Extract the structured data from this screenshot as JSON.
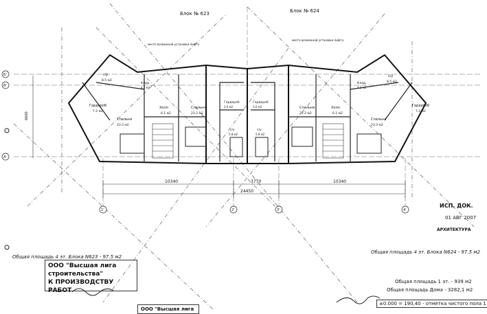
{
  "titles": {
    "block_left": "Блок № 623",
    "block_right": "Блок № 624"
  },
  "lift_note": "место возможной установки лифта",
  "rooms_left": [
    {
      "name": "Гардероб",
      "area": "7.2 м2"
    },
    {
      "name": "с/у",
      "area": "8.5 м2"
    },
    {
      "name": "Спальня",
      "area": "23.3 м2"
    },
    {
      "name": "Холл",
      "area": "6.1 м2"
    },
    {
      "name": "Спальня",
      "area": "23.2 м2"
    },
    {
      "name": "Гардероб",
      "area": "3.0 м2"
    },
    {
      "name": "с/у",
      "area": "5.8 м2"
    },
    {
      "name": "Клад.",
      "area": "4.2 м2"
    }
  ],
  "rooms_right": [
    {
      "name": "Гардероб",
      "area": "3.0 м2"
    },
    {
      "name": "с/у",
      "area": "5.8 м2"
    },
    {
      "name": "Спальня",
      "area": "22.2 м2"
    },
    {
      "name": "Холл",
      "area": "6.1 м2"
    },
    {
      "name": "Спальня",
      "area": "23.3 м2"
    },
    {
      "name": "Гардероб",
      "area": "7.2 м2"
    },
    {
      "name": "с/у",
      "area": "8.5 м2"
    },
    {
      "name": "Клад.",
      "area": "4.2 м2"
    }
  ],
  "dimensions": {
    "d1": "10340",
    "d2": "3770",
    "d3": "10340",
    "total": "24450",
    "side": "6600"
  },
  "axes_letters": [
    "Б'",
    "В'",
    "А'"
  ],
  "axes_numbers": [
    "1'",
    "2'",
    "3'",
    "4'"
  ],
  "stamp": {
    "line1": "ИСП. ДОК.",
    "line2": "01 АВГ 2007",
    "line3": "АРХИТЕКТУРА"
  },
  "area_left": "Общая площадь 4 эт. Блока N623 - 97.5 м2",
  "area_right": "Общая площадь 4 эт. Блока N624 - 97.5 м2",
  "company": {
    "line1": "ООО \"Высшая лига",
    "line2": "строительства\"",
    "line3": "К ПРОИЗВОДСТВУ РАБОТ"
  },
  "company_bottom": "ООО \"Высшая лига",
  "totals": {
    "floor1": "Общая площадь 1 эт. - 939 м2",
    "house": "Общая площадь Дома - 3282,1 м2",
    "level": "±0.000 = 190,40 - отметка чистого пола 1 этажа"
  }
}
